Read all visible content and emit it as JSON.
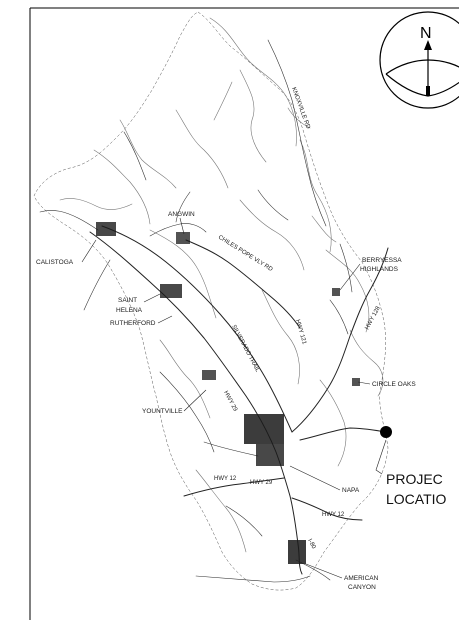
{
  "north_arrow": {
    "letter": "N",
    "icon": "north-arrow-compass"
  },
  "places": {
    "angwin": "ANGWIN",
    "calistoga": "CALISTOGA",
    "saint": "SAINT",
    "helena": "HELENA",
    "rutherford": "RUTHERFORD",
    "yountville": "YOUNTVILLE",
    "napa": "NAPA",
    "american": "AMERICAN",
    "canyon": "CANYON",
    "berryessa": "BERRYESSA",
    "highlands": "HIGHLANDS",
    "circle_oaks": "CIRCLE OAKS"
  },
  "roads": {
    "knoxville": "KNOXVILLE RD",
    "chiles": "CHILES POPE VLY RD",
    "silverado": "SILVERADO TRAIL",
    "hwy29_north": "HWY 29",
    "hwy29_south": "HWY 29",
    "hwy121": "HWY 121",
    "hwy128": "HWY 128",
    "hwy12_west": "HWY 12",
    "hwy12_east": "HWY 12",
    "i80": "I-80"
  },
  "project": {
    "line1": "PROJEC",
    "line2": "LOCATIO"
  },
  "colors": {
    "ink": "#1a1a1a",
    "water": "#777777"
  }
}
